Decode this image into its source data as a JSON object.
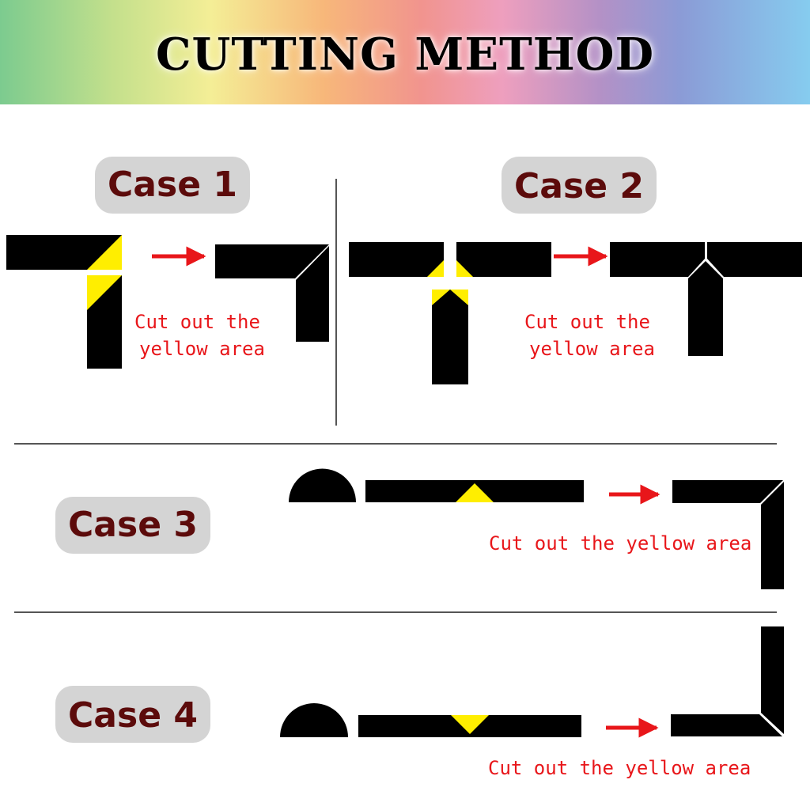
{
  "title": "CUTTING METHOD",
  "cases": [
    {
      "label": "Case 1",
      "note_line1": "Cut out the",
      "note_line2": "yellow area"
    },
    {
      "label": "Case 2",
      "note_line1": "Cut out the",
      "note_line2": "yellow area"
    },
    {
      "label": "Case 3",
      "note": "Cut out the yellow area"
    },
    {
      "label": "Case 4",
      "note": "Cut out the yellow area"
    }
  ],
  "colors": {
    "strip": "#000000",
    "cut_area": "#ffee00",
    "arrow": "#e8161a",
    "note": "#e8161a",
    "pill_bg": "#d4d4d4",
    "pill_text": "#5c0b0b"
  }
}
